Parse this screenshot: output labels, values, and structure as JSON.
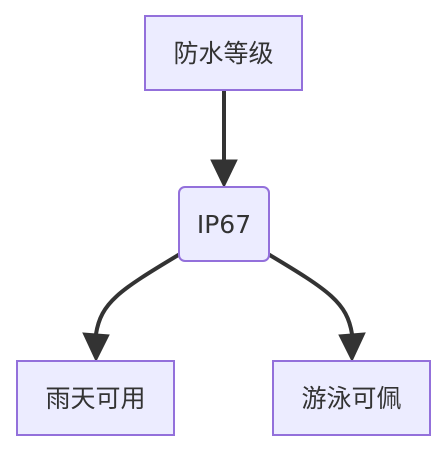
{
  "diagram": {
    "nodes": {
      "root": {
        "label": "防水等级"
      },
      "mid": {
        "label": "IP67"
      },
      "left": {
        "label": "雨天可用"
      },
      "right": {
        "label": "游泳可佩"
      }
    }
  },
  "colors": {
    "node_fill": "#ececff",
    "node_stroke": "#9370db",
    "edge": "#333333",
    "text": "#333333",
    "background": "#ffffff"
  }
}
